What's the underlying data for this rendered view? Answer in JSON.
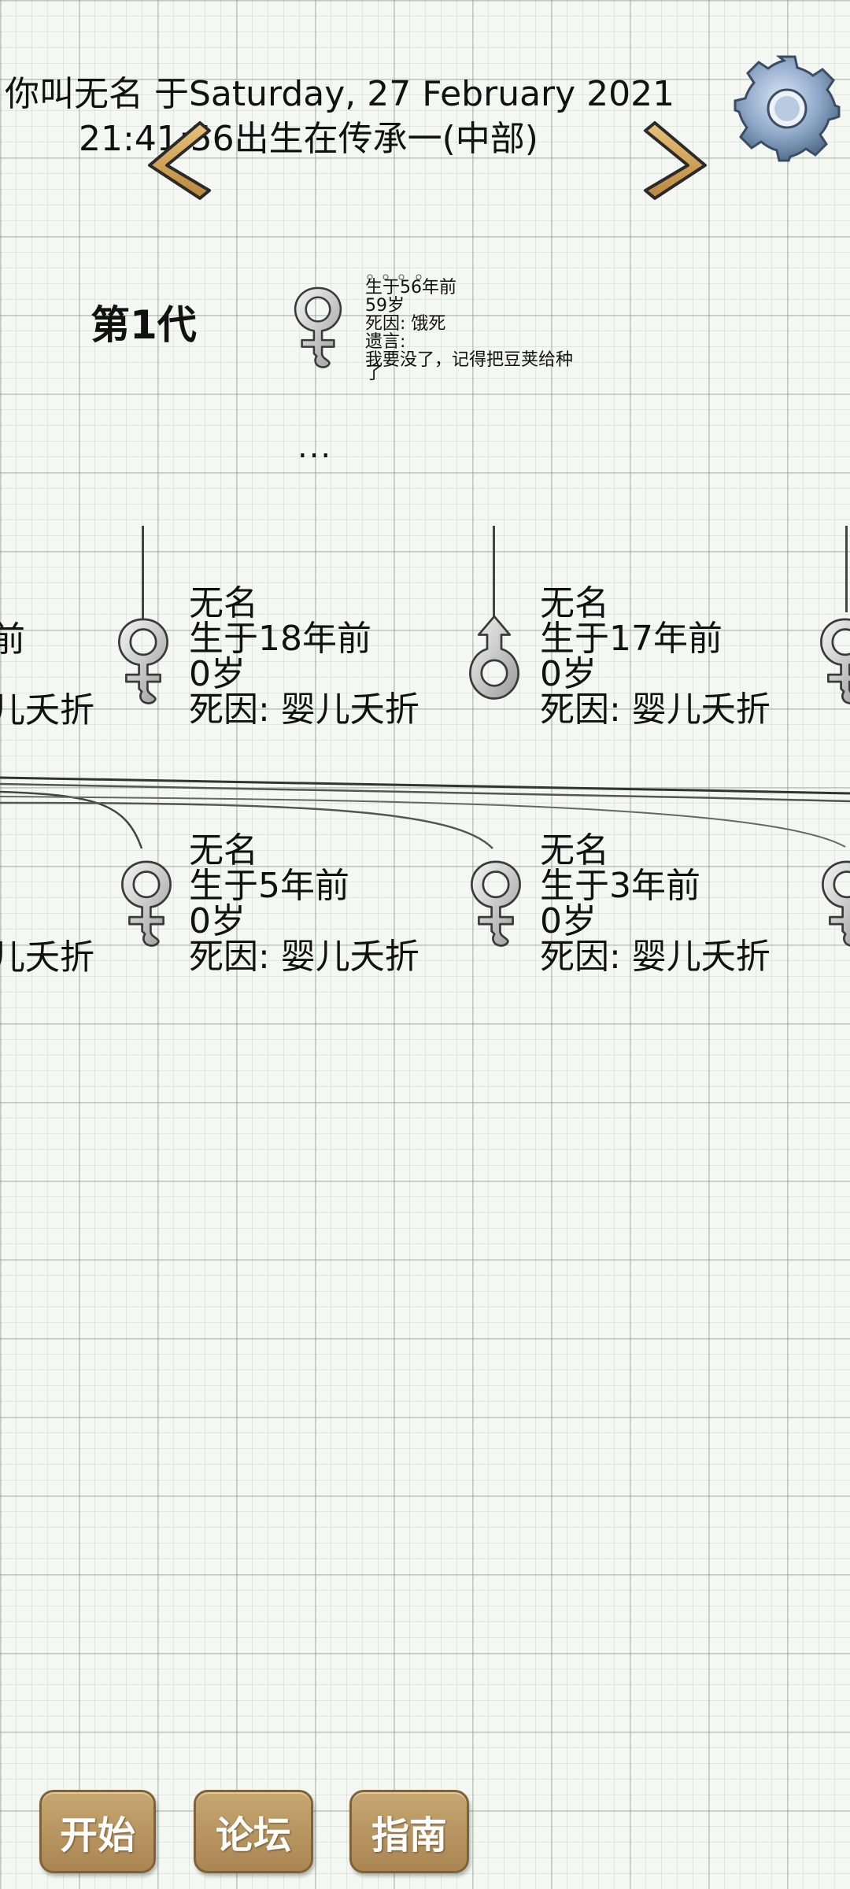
{
  "header": {
    "line1": "你叫无名 于Saturday, 27 February 2021",
    "line2": "21:41:56出生在传承一(中部)"
  },
  "icons": {
    "prev": "chevron-left-icon",
    "next": "chevron-right-icon",
    "settings": "gear-icon",
    "female": "female-symbol-icon",
    "male": "male-symbol-icon"
  },
  "colors": {
    "button": "#b8955f",
    "arrow": "#d7a85a",
    "gear": "#8fa8c9"
  },
  "generation": {
    "label": "第1代",
    "ancestor": {
      "born": "生于56年前",
      "age": "59岁",
      "cause": "死因: 饿死",
      "will_label": "遗言:",
      "will_text_1": "我要没了，记得把豆荚给种",
      "will_text_2": "了"
    },
    "ellipsis": "..."
  },
  "row1": {
    "left_partial": {
      "line1": "前",
      "line2": "儿夭折"
    },
    "persons": [
      {
        "name": "无名",
        "born": "生于18年前",
        "age": "0岁",
        "cause": "死因: 婴儿夭折"
      },
      {
        "name": "无名",
        "born": "生于17年前",
        "age": "0岁",
        "cause": "死因: 婴儿夭折"
      }
    ]
  },
  "row2": {
    "left_partial": {
      "line1": "儿夭折"
    },
    "persons": [
      {
        "name": "无名",
        "born": "生于5年前",
        "age": "0岁",
        "cause": "死因: 婴儿夭折"
      },
      {
        "name": "无名",
        "born": "生于3年前",
        "age": "0岁",
        "cause": "死因: 婴儿夭折"
      }
    ]
  },
  "buttons": {
    "start": "开始",
    "forum": "论坛",
    "guide": "指南"
  }
}
